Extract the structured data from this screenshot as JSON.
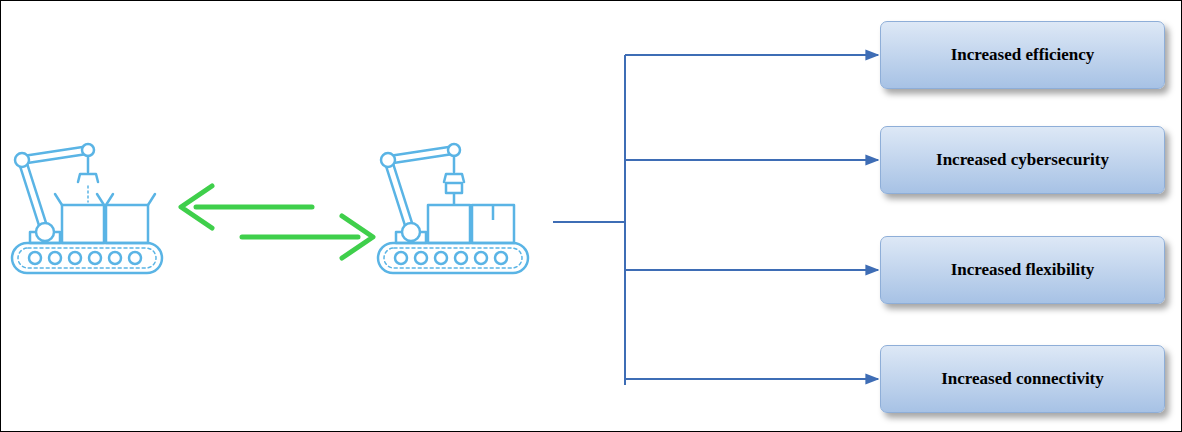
{
  "diagram": {
    "nodes": [
      {
        "text": [
          "Increased efficiency"
        ]
      },
      {
        "text": [
          "Increased cybersecurity"
        ]
      },
      {
        "text": [
          "Increased flexibility"
        ]
      },
      {
        "text": [
          "Increased connectivity"
        ]
      }
    ]
  }
}
